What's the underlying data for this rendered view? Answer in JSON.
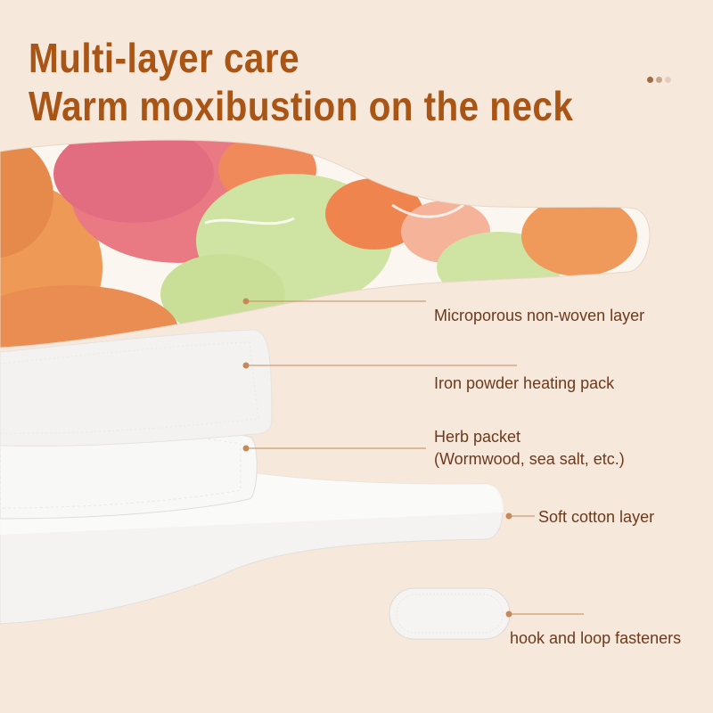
{
  "heading": {
    "line1": "Multi-layer care",
    "line2": "Warm moxibustion on the neck"
  },
  "pager": {
    "dots": 3,
    "active_index": 0
  },
  "layers": [
    {
      "label": "Microporous non-woven layer"
    },
    {
      "label": "Iron powder heating pack"
    },
    {
      "label": "Herb packet",
      "sublabel": "(Wormwood, sea salt, etc.)"
    },
    {
      "label": "Soft cotton layer"
    },
    {
      "label": "hook and loop fasteners"
    }
  ],
  "colors": {
    "background": "#f7e8dc",
    "heading": "#a85516",
    "label_text": "#6b3a1c",
    "leader_line": "#c6895a",
    "pad_white": "#fbfbfa"
  }
}
